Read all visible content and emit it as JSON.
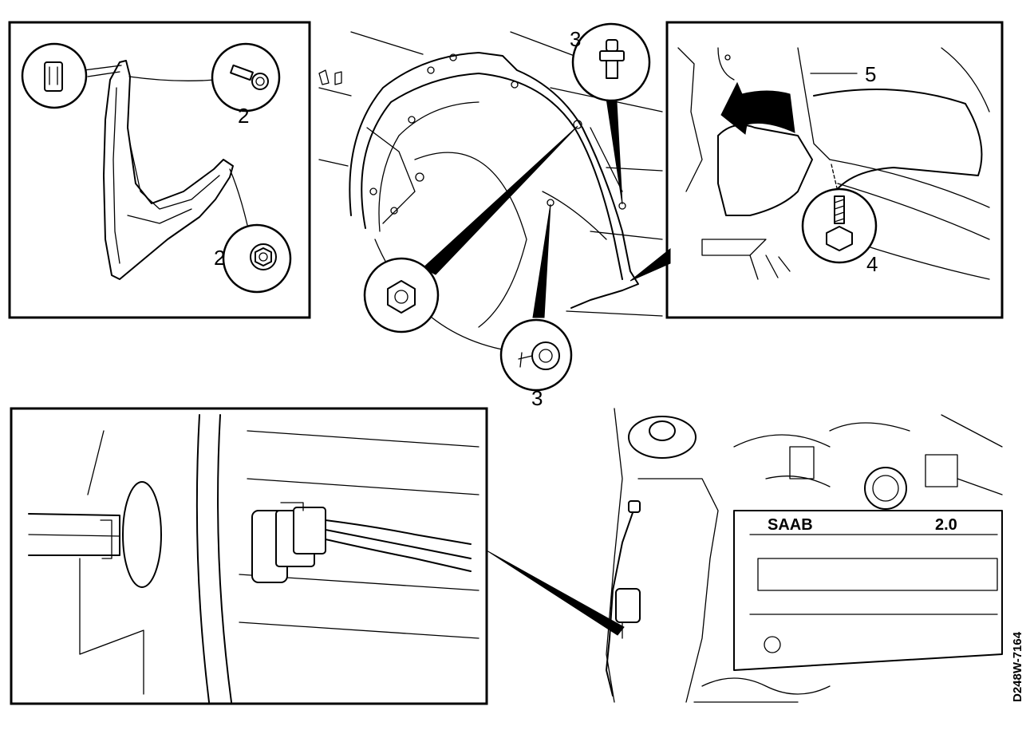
{
  "labels": {
    "mudflap_bolt_upper": "2",
    "mudflap_bolt_lower": "2",
    "clip_top": "3",
    "clip_bottom": "3",
    "screw": "4",
    "liner_edge": "5",
    "brand": "SAAB",
    "engine_size": "2.0"
  },
  "figure_code": "D248W-7164"
}
